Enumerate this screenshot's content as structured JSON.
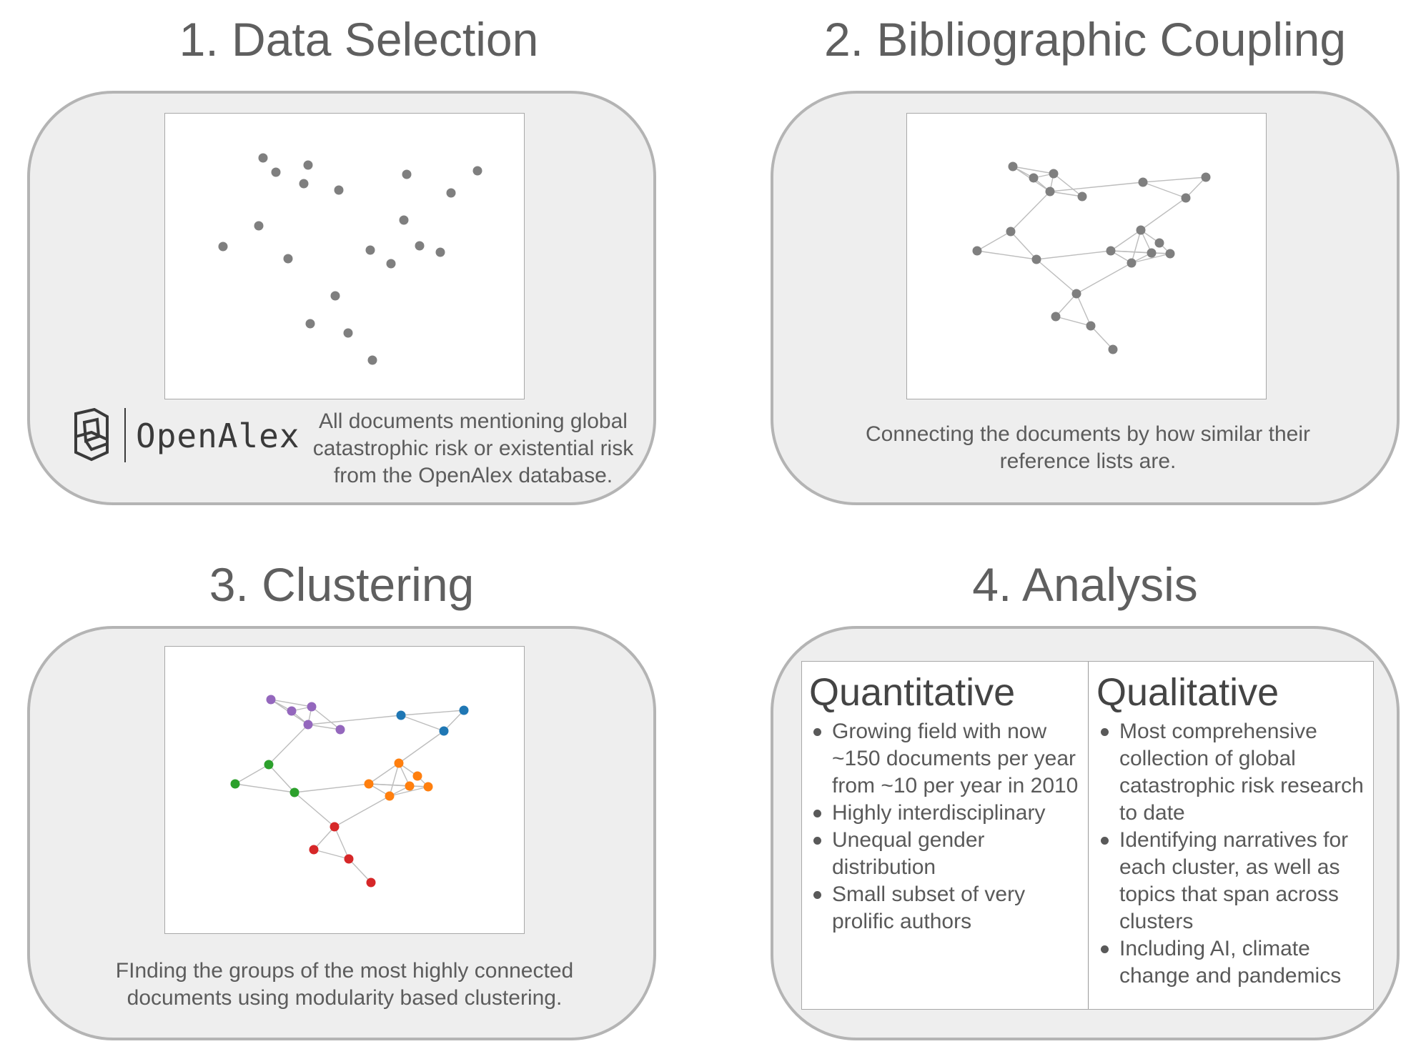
{
  "steps": {
    "s1": {
      "title": "1. Data Selection",
      "logo_text": "OpenAlex",
      "caption": [
        "All documents mentioning global",
        "catastrophic risk or existential risk",
        "from the OpenAlex database."
      ]
    },
    "s2": {
      "title": "2. Bibliographic Coupling",
      "caption": [
        "Connecting the documents by how similar their",
        "reference lists are."
      ]
    },
    "s3": {
      "title": "3. Clustering",
      "caption": [
        "FInding the groups of the most highly connected",
        "documents using modularity based clustering."
      ]
    },
    "s4": {
      "title": "4. Analysis",
      "quantitative": {
        "heading": "Quantitative",
        "items": [
          "Growing field with now ~150 documents per year from ~10 per year in 2010",
          "Highly interdisciplinary",
          "Unequal gender distribution",
          "Small subset of very prolific authors"
        ]
      },
      "qualitative": {
        "heading": "Qualitative",
        "items": [
          "Most comprehensive collection of global catastrophic risk research to date",
          "Identifying narratives for each cluster, as well as topics that span across clusters",
          "Including AI, climate change and pandemics"
        ]
      }
    }
  },
  "colors": {
    "node_gray": "#7f7f7f",
    "edge_gray": "#bdbdbd",
    "cluster_purple": "#9467bd",
    "cluster_blue": "#1f77b4",
    "cluster_green": "#2ca02c",
    "cluster_orange": "#ff7f0e",
    "cluster_red": "#d62728"
  }
}
